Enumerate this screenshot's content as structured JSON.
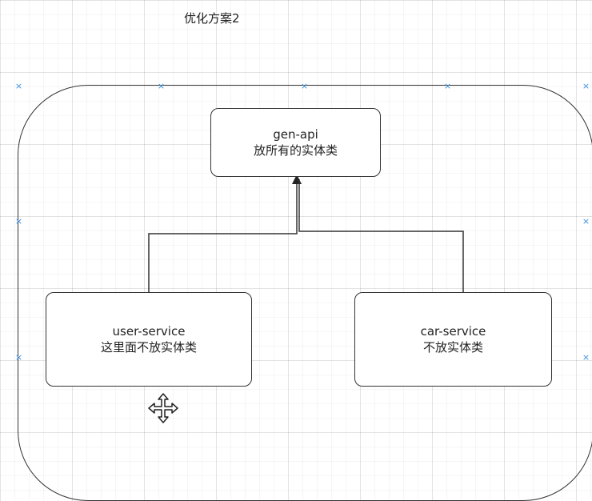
{
  "diagram": {
    "title": "优化方案2",
    "nodes": {
      "gen_api": {
        "name": "gen-api",
        "desc": "放所有的实体类"
      },
      "user_service": {
        "name": "user-service",
        "desc": "这里面不放实体类"
      },
      "car_service": {
        "name": "car-service",
        "desc": "不放实体类"
      }
    },
    "edges": [
      {
        "from": "user-service",
        "to": "gen-api"
      },
      {
        "from": "car-service",
        "to": "gen-api"
      }
    ],
    "colors": {
      "stroke": "#333333",
      "selection_handle": "#3b8fe0",
      "grid": "#e6e6e6"
    }
  }
}
